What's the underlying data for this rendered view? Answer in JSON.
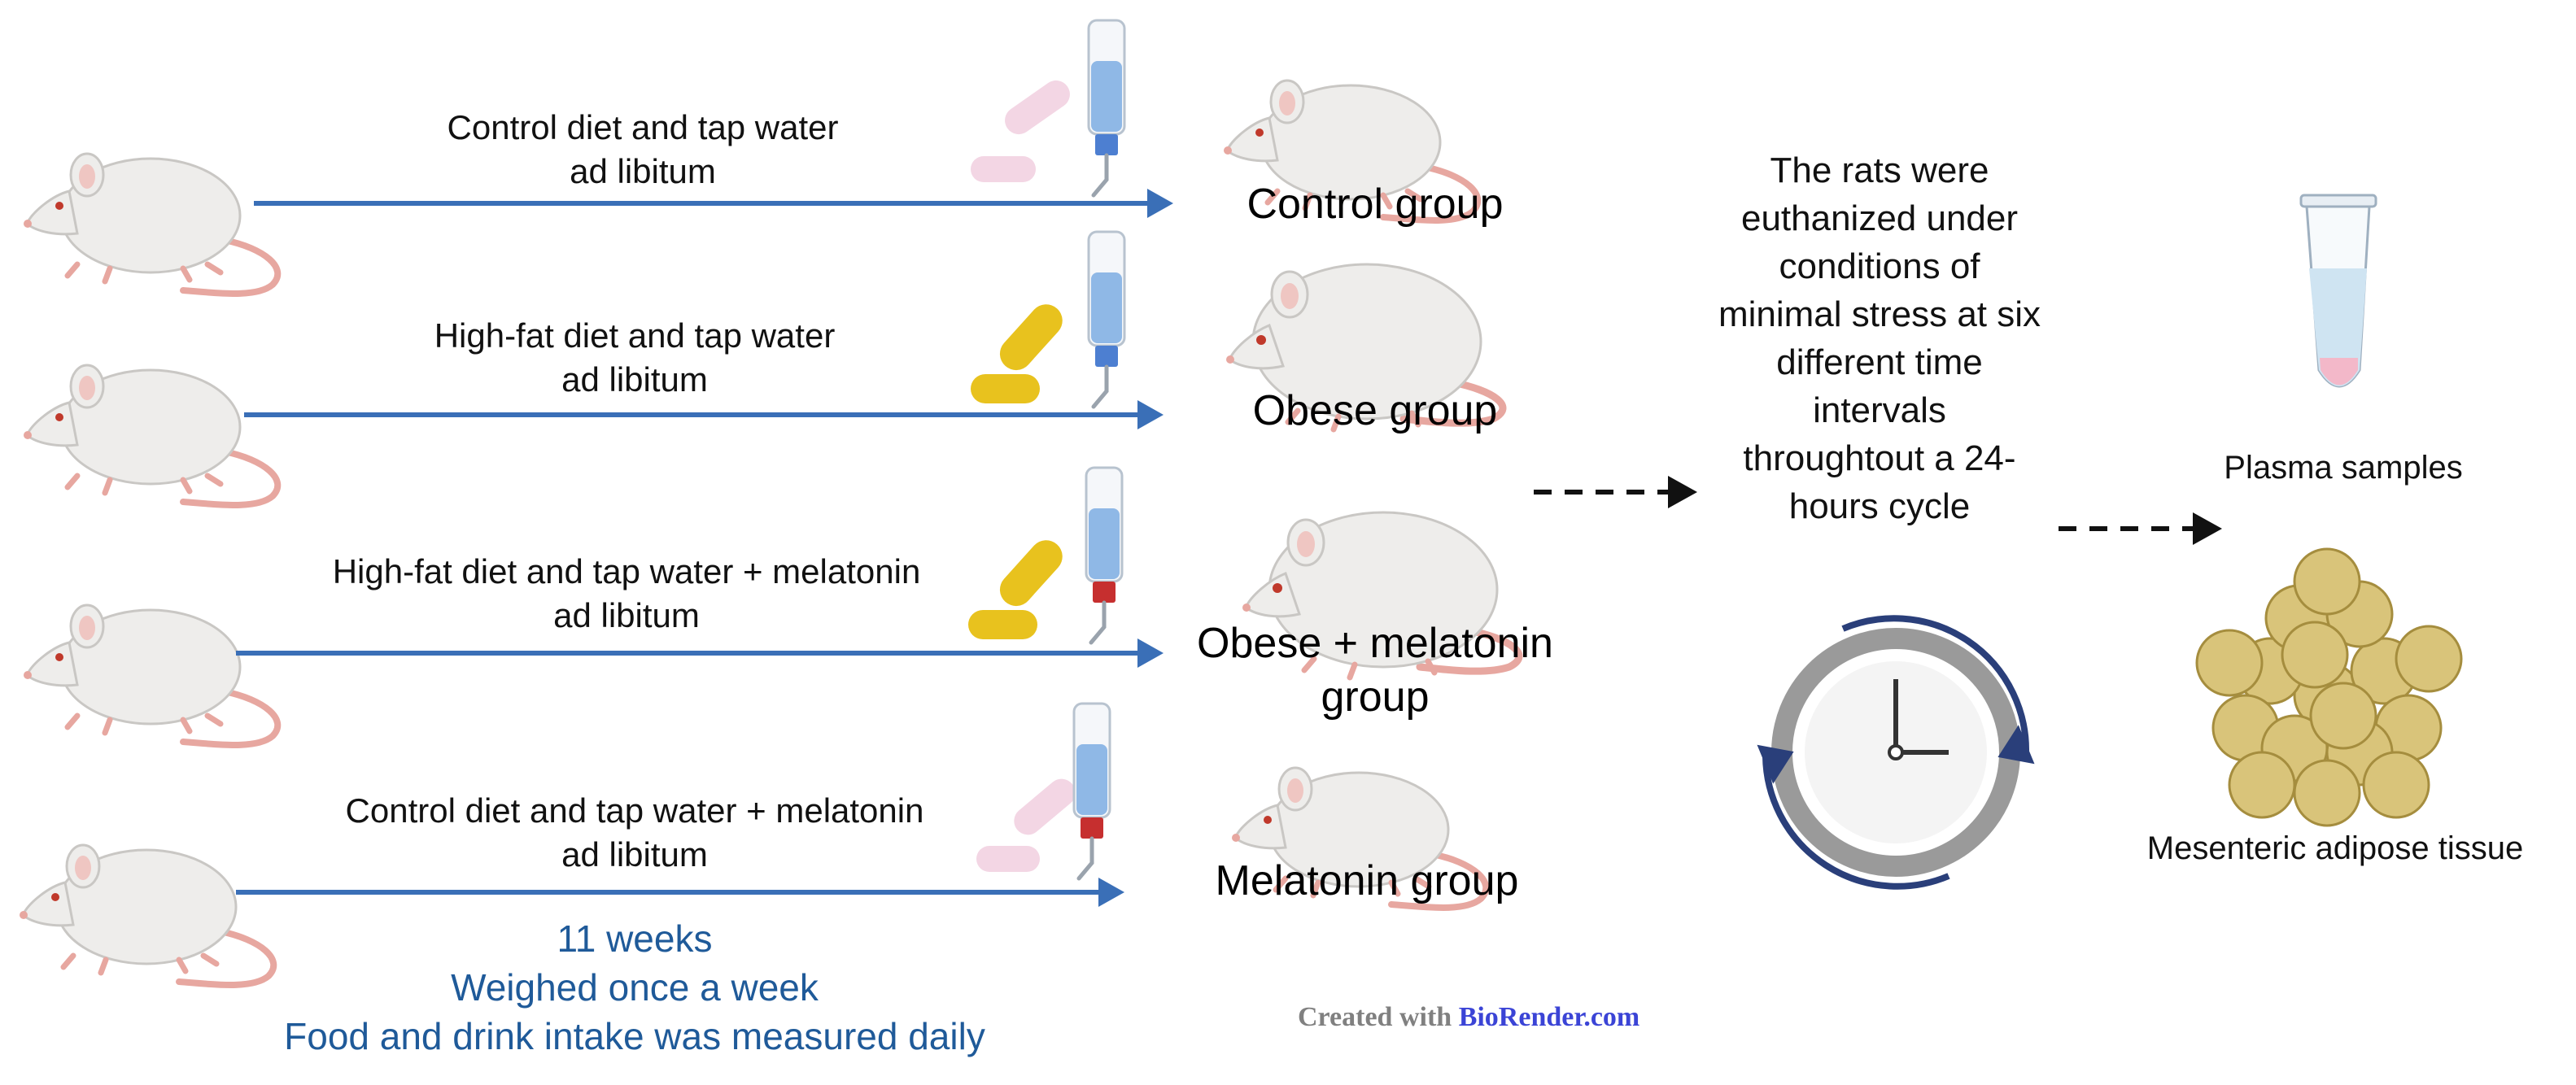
{
  "protocols": [
    {
      "line1": "Control diet and tap water",
      "line2": "ad libitum"
    },
    {
      "line1": "High-fat diet and tap water",
      "line2": "ad libitum"
    },
    {
      "line1": "High-fat diet and tap water + melatonin",
      "line2": "ad libitum"
    },
    {
      "line1": "Control diet and tap water + melatonin",
      "line2": "ad libitum"
    }
  ],
  "groups": [
    {
      "line1": "Control group",
      "line2": ""
    },
    {
      "line1": "Obese group",
      "line2": ""
    },
    {
      "line1": "Obese + melatonin",
      "line2": "group"
    },
    {
      "line1": "Melatonin group",
      "line2": ""
    }
  ],
  "duration": {
    "line1": "11 weeks",
    "line2": "Weighed once a week",
    "line3": "Food and drink intake was measured daily"
  },
  "euthanasia": {
    "lines": [
      "The rats were",
      "euthanized under",
      "conditions of",
      "minimal stress at six",
      "different time",
      "intervals",
      "throughtout a 24-",
      "hours cycle"
    ]
  },
  "outputs": {
    "plasma": "Plasma samples",
    "adipose": "Mesenteric adipose tissue"
  },
  "credit": {
    "prefix": "Created with ",
    "brand": "BioRender.com"
  },
  "colors": {
    "arrow": "#3a6fb7",
    "rat_body": "#eeedeb",
    "rat_tail": "#e7a7a0",
    "control_chow": "#f3d6e4",
    "highfat_chow": "#e8c21e",
    "bottle_water": "#8fb8e6",
    "melatonin_cap": "#c62f2f",
    "plain_cap": "#4d7fd1",
    "clock_ring": "#9a9a9a",
    "cycle_arrows": "#2a3f7a",
    "adipocyte": "#d9c47a",
    "plasma": "#cfe4f2"
  }
}
